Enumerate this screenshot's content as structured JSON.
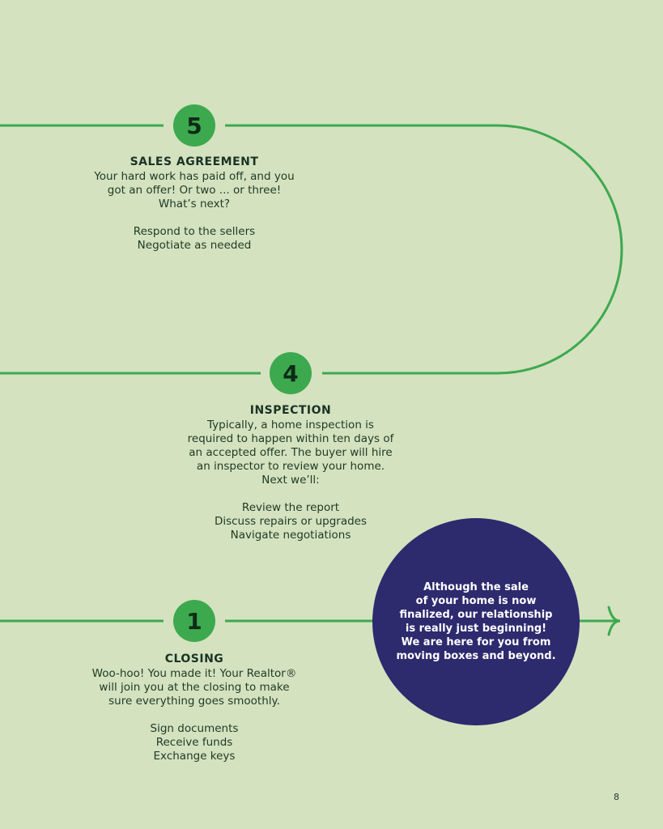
{
  "steps": [
    {
      "number": "5",
      "title": "SALES AGREEMENT",
      "description": [
        "Your hard work has paid off, and you",
        "got an offer! Or two ... or three!",
        "What’s next?"
      ],
      "items": [
        "Respond to the sellers",
        "Negotiate as needed"
      ]
    },
    {
      "number": "4",
      "title": "INSPECTION",
      "description": [
        "Typically, a home inspection is",
        "required to happen within ten days of",
        "an accepted offer. The buyer will hire",
        "an inspector to review your home.",
        "Next we’ll:"
      ],
      "items": [
        "Review the report",
        "Discuss repairs or upgrades",
        "Navigate negotiations"
      ]
    },
    {
      "number": "1",
      "title": "CLOSING",
      "description": [
        "Woo-hoo! You made it! Your Realtor®",
        "will join you at the closing to make",
        "sure everything goes smoothly."
      ],
      "items": [
        "Sign documents",
        "Receive funds",
        "Exchange keys"
      ]
    }
  ],
  "callout": {
    "lines": [
      "Although the sale",
      "of your home is now",
      "finalized, our relationship",
      "is really just beginning!",
      "We are here for you from",
      "moving boxes and beyond."
    ]
  },
  "page_number": "8",
  "colors": {
    "background": "#d4e2c0",
    "path": "#3da94e",
    "badge": "#3da94e",
    "callout": "#2d2a6e",
    "text": "#1e3a24"
  }
}
